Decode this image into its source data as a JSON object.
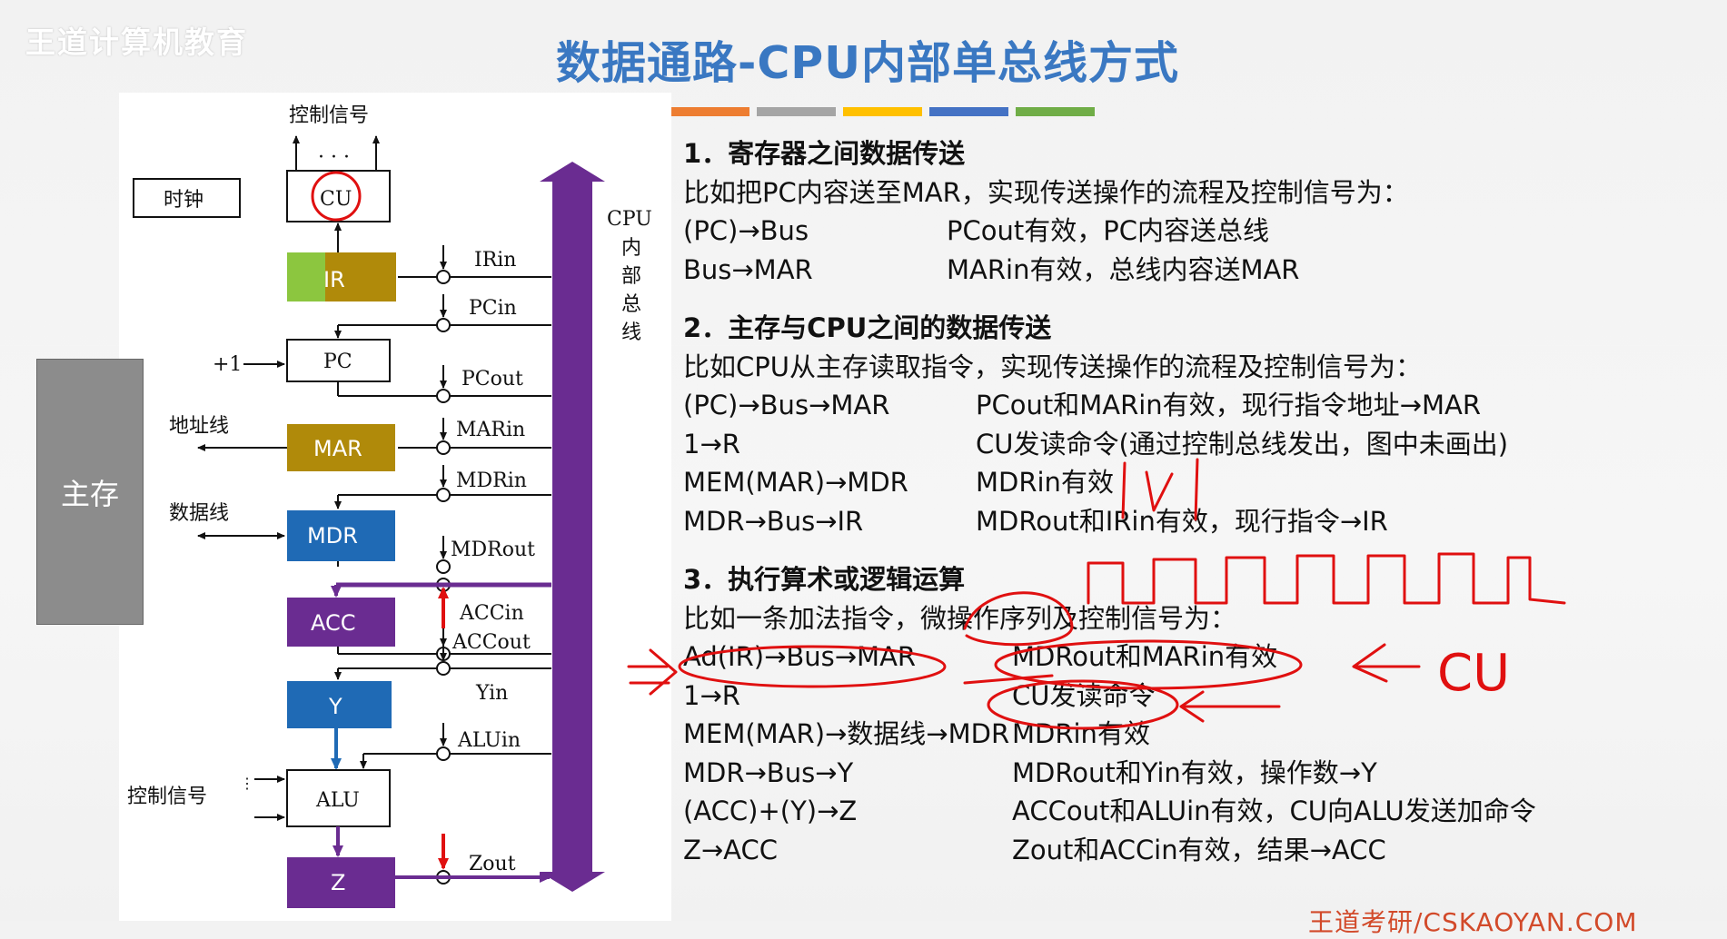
{
  "brand": "王道计算机教育",
  "title": "数据通路-CPU内部单总线方式",
  "footer": "王道考研/CSKAOYAN.COM",
  "accent_colors": [
    "#ed7d31",
    "#a5a5a5",
    "#ffc000",
    "#4472c4",
    "#70ad47"
  ],
  "memory": "主存",
  "diagram": {
    "control_signal_top": "控制信号",
    "dots": "· · ·",
    "clock": "时钟",
    "bus_label": [
      "CPU",
      "内",
      "部",
      "总",
      "线"
    ],
    "plus_one": "+1",
    "address_line": "地址线",
    "data_line": "数据线",
    "control_signal_alu": "控制信号",
    "registers": {
      "cu": "CU",
      "ir": "IR",
      "pc": "PC",
      "mar": "MAR",
      "mdr": "MDR",
      "acc": "ACC",
      "y": "Y",
      "alu": "ALU",
      "z": "Z"
    },
    "signals": {
      "irin": "IRin",
      "pcin": "PCin",
      "pcout": "PCout",
      "marin": "MARin",
      "mdrin": "MDRin",
      "mdrout": "MDRout",
      "accin": "ACCin",
      "accout": "ACCout",
      "yin": "Yin",
      "aluin": "ALUin",
      "zout": "Zout"
    }
  },
  "sections": [
    {
      "heading": "1．寄存器之间数据传送",
      "intro": "比如把PC内容送至MAR，实现传送操作的流程及控制信号为：",
      "col1_width": 290,
      "steps": [
        {
          "op": "(PC)→Bus",
          "desc": "PCout有效，PC内容送总线"
        },
        {
          "op": "Bus→MAR",
          "desc": "MARin有效，总线内容送MAR"
        }
      ]
    },
    {
      "heading": "2．主存与CPU之间的数据传送",
      "intro": "比如CPU从主存读取指令，实现传送操作的流程及控制信号为：",
      "col1_width": 322,
      "steps": [
        {
          "op": "(PC)→Bus→MAR",
          "desc": "PCout和MARin有效，现行指令地址→MAR"
        },
        {
          "op": "1→R",
          "desc": "CU发读命令(通过控制总线发出，图中未画出)"
        },
        {
          "op": "MEM(MAR)→MDR",
          "desc": "MDRin有效"
        },
        {
          "op": "MDR→Bus→IR",
          "desc": "MDRout和IRin有效，现行指令→IR"
        }
      ]
    },
    {
      "heading": "3．执行算术或逻辑运算",
      "intro": "比如一条加法指令，微操作序列及控制信号为：",
      "col1_width": 362,
      "steps": [
        {
          "op": "Ad(IR)→Bus→MAR",
          "desc": "MDRout和MARin有效"
        },
        {
          "op": "1→R",
          "desc": "CU发读命令"
        },
        {
          "op": "MEM(MAR)→数据线→MDR",
          "desc": "MDRin有效"
        },
        {
          "op": "MDR→Bus→Y",
          "desc": "MDRout和Yin有效，操作数→Y"
        },
        {
          "op": "(ACC)+(Y)→Z",
          "desc": "ACCout和ALUin有效，CU向ALU发送加命令"
        },
        {
          "op": "Z→ACC",
          "desc": "Zout和ACCin有效，结果→ACC"
        }
      ]
    }
  ],
  "annotation": "CU"
}
